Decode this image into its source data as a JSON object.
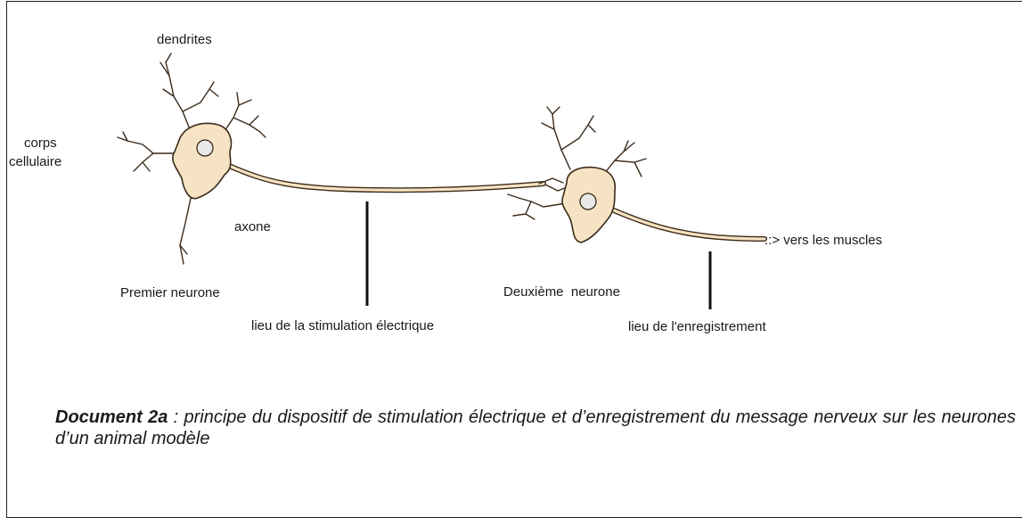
{
  "labels": {
    "dendrites": "dendrites",
    "cell_body_1": "corps",
    "cell_body_2": "cellulaire",
    "axon": "axone",
    "first_neuron": "Premier neurone",
    "second_neuron": "Deuxième  neurone",
    "stimulation_site": "lieu de la stimulation électrique",
    "recording_site": "lieu de l'enregistrement",
    "to_muscles": "vers les muscles",
    "arrow_text": "::>"
  },
  "caption": {
    "title": "Document 2a",
    "text": " : principe du dispositif de stimulation électrique et d’enregistrement du message nerveux sur les neurones d’un animal modèle"
  },
  "colors": {
    "neuron_fill": "#f5e3c3",
    "neuron_stroke": "#3b2a1a",
    "nucleus_fill": "#e8e8e8",
    "marker": "#111111"
  }
}
